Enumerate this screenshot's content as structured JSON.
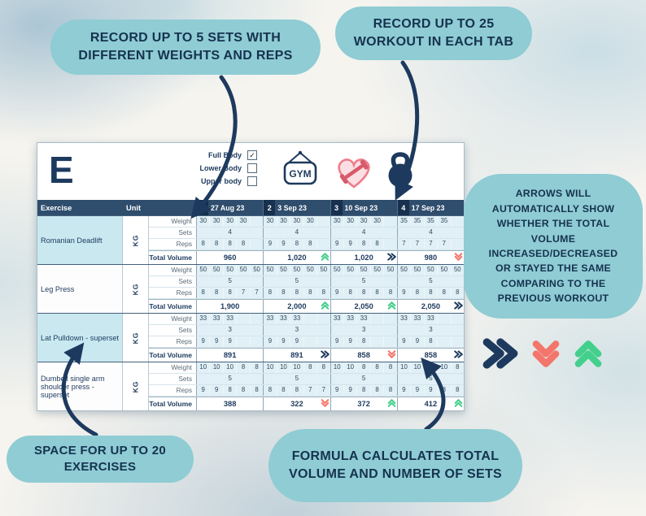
{
  "palette": {
    "navy": "#1d3a5e",
    "teal_bubble": "#8fccd4",
    "header_navy": "#2f4d6d",
    "badge_navy": "#16304d",
    "shaded_cell": "#c9e8f0",
    "data_cell": "#e0f0f6",
    "green": "#43cf8c",
    "coral": "#f3756b"
  },
  "callouts": {
    "top_left": "RECORD UP TO 5 SETS WITH DIFFERENT WEIGHTS AND REPS",
    "top_right": "RECORD UP TO 25 WORKOUT IN EACH TAB",
    "right": "ARROWS WILL AUTOMATICALLY SHOW WHETHER THE TOTAL VOLUME INCREASED/DECREASED OR STAYED THE SAME COMPARING TO THE PREVIOUS WORKOUT",
    "bottom_left": "SPACE FOR UP TO 20 EXERCISES",
    "bottom_center": "FORMULA CALCULATES TOTAL VOLUME AND NUMBER OF SETS"
  },
  "legend_icons": [
    {
      "name": "same-volume-arrow",
      "trend": "same",
      "color": "#1d3a5e"
    },
    {
      "name": "decreased-volume-arrow",
      "trend": "down",
      "color": "#f3756b"
    },
    {
      "name": "increased-volume-arrow",
      "trend": "up",
      "color": "#43cf8c"
    }
  ],
  "spreadsheet": {
    "tab_letter": "E",
    "checkboxes": [
      {
        "label": "Full Body",
        "checked": true
      },
      {
        "label": "Lower Body",
        "checked": false
      },
      {
        "label": "Upper body",
        "checked": false
      }
    ],
    "icons": [
      "gym-sign-icon",
      "dumbbell-heart-icon",
      "kettlebell-icon"
    ],
    "columns": {
      "exercise": "Exercise",
      "unit": "Unit"
    },
    "row_labels": {
      "weight": "Weight",
      "sets": "Sets",
      "reps": "Reps",
      "total": "Total Volume"
    },
    "workout_headers": [
      {
        "num": "1",
        "date": "27 Aug 23"
      },
      {
        "num": "2",
        "date": "3 Sep 23"
      },
      {
        "num": "3",
        "date": "10 Sep 23"
      },
      {
        "num": "4",
        "date": "17 Sep 23"
      }
    ],
    "exercises": [
      {
        "name": "Romanian Deadlift",
        "unit": "KG",
        "shaded": true,
        "workouts": [
          {
            "weights": [
              "30",
              "30",
              "30",
              "30",
              ""
            ],
            "sets": "4",
            "reps": [
              "8",
              "8",
              "8",
              "8",
              ""
            ],
            "total": "960",
            "trend": ""
          },
          {
            "weights": [
              "30",
              "30",
              "30",
              "30",
              ""
            ],
            "sets": "4",
            "reps": [
              "9",
              "9",
              "8",
              "8",
              ""
            ],
            "total": "1,020",
            "trend": "up"
          },
          {
            "weights": [
              "30",
              "30",
              "30",
              "30",
              ""
            ],
            "sets": "4",
            "reps": [
              "9",
              "9",
              "8",
              "8",
              ""
            ],
            "total": "1,020",
            "trend": "same"
          },
          {
            "weights": [
              "35",
              "35",
              "35",
              "35",
              ""
            ],
            "sets": "4",
            "reps": [
              "7",
              "7",
              "7",
              "7",
              ""
            ],
            "total": "980",
            "trend": "down"
          }
        ]
      },
      {
        "name": "Leg Press",
        "unit": "KG",
        "shaded": false,
        "workouts": [
          {
            "weights": [
              "50",
              "50",
              "50",
              "50",
              "50"
            ],
            "sets": "5",
            "reps": [
              "8",
              "8",
              "8",
              "7",
              "7"
            ],
            "total": "1,900",
            "trend": ""
          },
          {
            "weights": [
              "50",
              "50",
              "50",
              "50",
              "50"
            ],
            "sets": "5",
            "reps": [
              "8",
              "8",
              "8",
              "8",
              "8"
            ],
            "total": "2,000",
            "trend": "up"
          },
          {
            "weights": [
              "50",
              "50",
              "50",
              "50",
              "50"
            ],
            "sets": "5",
            "reps": [
              "9",
              "8",
              "8",
              "8",
              "8"
            ],
            "total": "2,050",
            "trend": "up"
          },
          {
            "weights": [
              "50",
              "50",
              "50",
              "50",
              "50"
            ],
            "sets": "5",
            "reps": [
              "9",
              "8",
              "8",
              "8",
              "8"
            ],
            "total": "2,050",
            "trend": "same"
          }
        ]
      },
      {
        "name": "Lat Pulldown - superset",
        "unit": "KG",
        "shaded": true,
        "workouts": [
          {
            "weights": [
              "33",
              "33",
              "33",
              "",
              ""
            ],
            "sets": "3",
            "reps": [
              "9",
              "9",
              "9",
              "",
              ""
            ],
            "total": "891",
            "trend": ""
          },
          {
            "weights": [
              "33",
              "33",
              "33",
              "",
              ""
            ],
            "sets": "3",
            "reps": [
              "9",
              "9",
              "9",
              "",
              ""
            ],
            "total": "891",
            "trend": "same"
          },
          {
            "weights": [
              "33",
              "33",
              "33",
              "",
              ""
            ],
            "sets": "3",
            "reps": [
              "9",
              "9",
              "8",
              "",
              ""
            ],
            "total": "858",
            "trend": "down"
          },
          {
            "weights": [
              "33",
              "33",
              "33",
              "",
              ""
            ],
            "sets": "3",
            "reps": [
              "9",
              "9",
              "8",
              "",
              ""
            ],
            "total": "858",
            "trend": "same"
          }
        ]
      },
      {
        "name": "Dumbell single arm shoulder press - superset",
        "unit": "KG",
        "shaded": false,
        "workouts": [
          {
            "weights": [
              "10",
              "10",
              "10",
              "8",
              "8"
            ],
            "sets": "5",
            "reps": [
              "9",
              "9",
              "8",
              "8",
              "8"
            ],
            "total": "388",
            "trend": ""
          },
          {
            "weights": [
              "10",
              "10",
              "10",
              "8",
              "8"
            ],
            "sets": "5",
            "reps": [
              "8",
              "8",
              "8",
              "7",
              "7"
            ],
            "total": "322",
            "trend": "down"
          },
          {
            "weights": [
              "10",
              "10",
              "8",
              "8",
              "8"
            ],
            "sets": "5",
            "reps": [
              "9",
              "9",
              "8",
              "8",
              "8"
            ],
            "total": "372",
            "trend": "up"
          },
          {
            "weights": [
              "10",
              "10",
              "10",
              "10",
              "8"
            ],
            "sets": "5",
            "reps": [
              "9",
              "9",
              "9",
              "8",
              "8"
            ],
            "total": "412",
            "trend": "up"
          }
        ]
      }
    ]
  }
}
